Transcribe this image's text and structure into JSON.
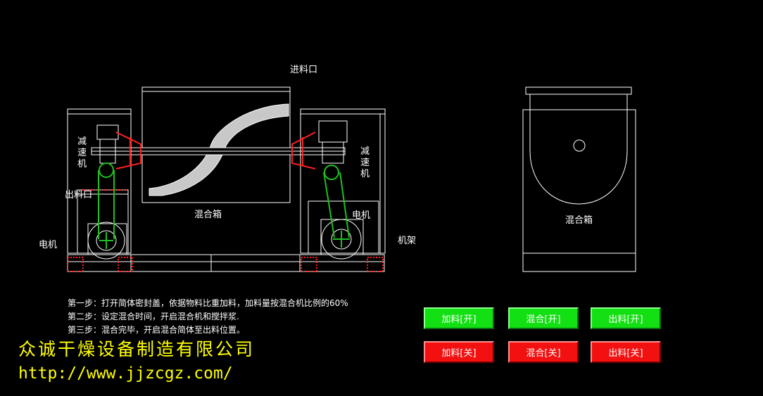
{
  "labels": {
    "inlet": "进料口",
    "reducer_left": "减速机",
    "reducer_right": "减速机",
    "outlet": "出料口",
    "motor_left": "电机",
    "motor_right": "电机",
    "mix_box_front": "混合箱",
    "mix_box_side": "混合箱",
    "frame": "机架"
  },
  "steps": [
    "第一步：打开简体密封盖，依据物料比重加料，加料量按混合机比例的60%",
    "第二步：设定混合时间，开启混合机和搅拌浆.",
    "第三步：混合完毕，开启混合简体至出料位置。"
  ],
  "company": "众诚干燥设备制造有限公司",
  "url": "http://www.jjzcgz.com/",
  "buttons": {
    "feed_on": "加料[开]",
    "mix_on": "混合[开]",
    "discharge_on": "出料[开]",
    "feed_off": "加料[关]",
    "mix_off": "混合[关]",
    "discharge_off": "出料[关]"
  },
  "colors": {
    "on": "#12e012",
    "off": "#f21010",
    "drawing": "#ffffff",
    "flange": "#ff2020",
    "belt": "#20c020",
    "brand": "#ffff00"
  }
}
